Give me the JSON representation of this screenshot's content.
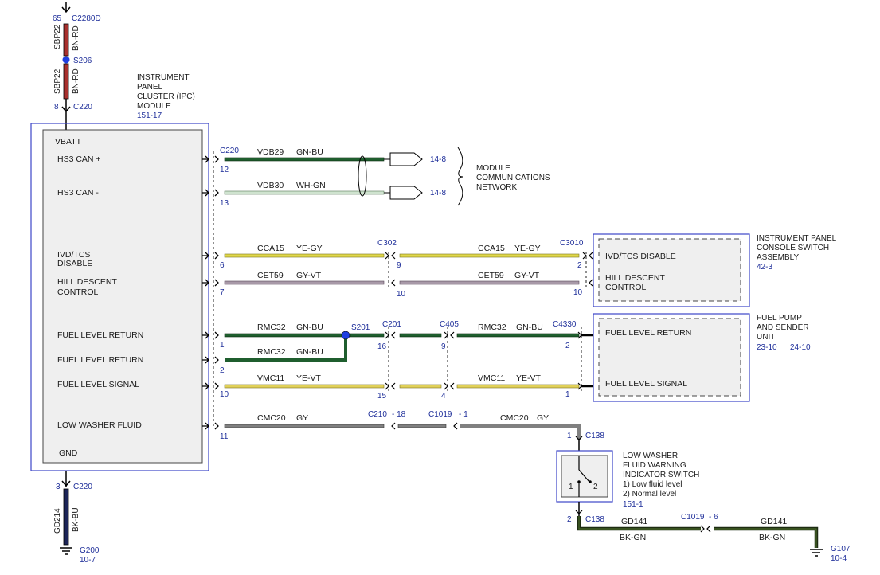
{
  "top_feed": {
    "pin_top": "65",
    "conn_top": "C2280D",
    "circuit1": "SBP22",
    "color1": "BN-RD",
    "splice": "S206",
    "circuit2": "SBP22",
    "color2": "BN-RD",
    "pin_bottom": "8",
    "conn_bottom": "C220"
  },
  "ipc": {
    "title": [
      "INSTRUMENT",
      "PANEL",
      "CLUSTER (IPC)",
      "MODULE"
    ],
    "ref": "151-17",
    "labels": {
      "vbatt": "VBATT",
      "hs3_can_plus": "HS3 CAN +",
      "hs3_can_minus": "HS3 CAN -",
      "ivd_tcs_1": "IVD/TCS",
      "ivd_tcs_2": "DISABLE",
      "hill_1": "HILL DESCENT",
      "hill_2": "CONTROL",
      "fuel_return_1": "FUEL LEVEL RETURN",
      "fuel_return_2": "FUEL LEVEL RETURN",
      "fuel_signal": "FUEL LEVEL SIGNAL",
      "low_washer": "LOW WASHER FLUID",
      "gnd": "GND"
    }
  },
  "can": {
    "conn": "C220",
    "pin12": "12",
    "pin13": "13",
    "vdb29": "VDB29",
    "vdb29_color": "GN-BU",
    "vdb30": "VDB30",
    "vdb30_color": "WH-GN",
    "ref1": "14-8",
    "ref2": "14-8",
    "network": [
      "MODULE",
      "COMMUNICATIONS",
      "NETWORK"
    ]
  },
  "console": {
    "pin6": "6",
    "pin7": "7",
    "cca15": "CCA15",
    "cca15_color": "YE-GY",
    "cet59": "CET59",
    "cet59_color": "GY-VT",
    "c302": "C302",
    "pin9": "9",
    "pin10": "10",
    "cca15b": "CCA15",
    "cca15b_color": "YE-GY",
    "cet59b": "CET59",
    "cet59b_color": "GY-VT",
    "c3010": "C3010",
    "pin2": "2",
    "pin10b": "10",
    "switch_ivd": "IVD/TCS DISABLE",
    "switch_hill_1": "HILL DESCENT",
    "switch_hill_2": "CONTROL",
    "title": [
      "INSTRUMENT PANEL",
      "CONSOLE SWITCH",
      "ASSEMBLY"
    ],
    "ref": "42-3"
  },
  "fuel": {
    "pin1": "1",
    "pin2": "2",
    "pin10": "10",
    "rmc32a": "RMC32",
    "rmc32a_color": "GN-BU",
    "rmc32b": "RMC32",
    "rmc32b_color": "GN-BU",
    "s201": "S201",
    "c201": "C201",
    "pin16": "16",
    "c405": "C405",
    "pin9": "9",
    "rmc32c": "RMC32",
    "rmc32c_color": "GN-BU",
    "c4330": "C4330",
    "pin2b": "2",
    "vmc11a": "VMC11",
    "vmc11a_color": "YE-VT",
    "pin15": "15",
    "pin4": "4",
    "vmc11b": "VMC11",
    "vmc11b_color": "YE-VT",
    "pin1b": "1",
    "unit_return": "FUEL LEVEL RETURN",
    "unit_signal": "FUEL LEVEL SIGNAL",
    "title": [
      "FUEL PUMP",
      "AND SENDER",
      "UNIT"
    ],
    "ref1": "23-10",
    "ref2": "24-10"
  },
  "washer": {
    "pin11": "11",
    "cmc20a": "CMC20",
    "cmc20a_color": "GY",
    "c210": "C210",
    "c210_pin": "- 18",
    "c1019": "C1019",
    "c1019_pin": "- 1",
    "cmc20b": "CMC20",
    "cmc20b_color": "GY",
    "c138_top_pin": "1",
    "c138_top": "C138",
    "title": [
      "LOW WASHER",
      "FLUID WARNING",
      "INDICATOR SWITCH"
    ],
    "note1": "1) Low fluid level",
    "note2": "2) Normal level",
    "ref": "151-1",
    "sw_pos1": "1",
    "sw_pos2": "2",
    "c138_bot_pin": "2",
    "c138_bot": "C138",
    "gd141a": "GD141",
    "gd141a_color": "BK-GN",
    "c1019b": "C1019",
    "c1019b_pin": "- 6",
    "gd141b": "GD141",
    "gd141b_color": "BK-GN",
    "g107": "G107",
    "g107_ref": "10-4"
  },
  "ground": {
    "pin3": "3",
    "conn": "C220",
    "circuit": "GD214",
    "color": "BK-BU",
    "g200": "G200",
    "g200_ref": "10-7"
  },
  "colors": {
    "bn_rd": "#a8302d",
    "gn_bu": "#1f5e2e",
    "wh_gn": "#cfe3cf",
    "ye_gy": "#e0d84a",
    "gy_vt": "#a899a8",
    "ye_vt": "#e0d058",
    "gy": "#808080",
    "bk_gn": "#1d2b12",
    "bk_bu": "#1c2458",
    "connector_blue": "#1f2f9a",
    "splice_blue": "#1f3fe0"
  }
}
